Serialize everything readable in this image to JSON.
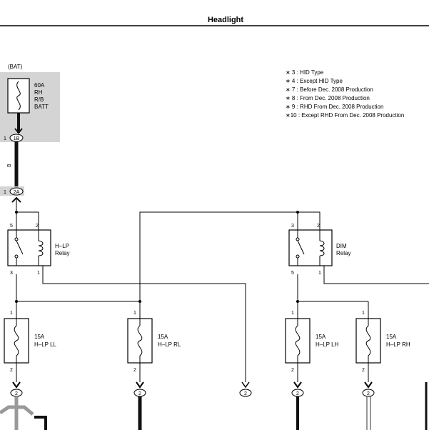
{
  "title": "Headlight",
  "battery": {
    "label": "(BAT)",
    "fuse_amp": "60A",
    "fuse_name_lines": [
      "RH",
      "R/B",
      "BATT"
    ],
    "connector_top": "1B",
    "connector_top_pin": "1",
    "connector_bottom": "2A",
    "connector_bottom_pin": "1",
    "wire_color": "B"
  },
  "legend": [
    "∗ 3 : HID Type",
    "∗ 4 : Except HID Type",
    "∗ 7 : Before Dec.  2008 Production",
    "∗ 8 : From Dec.  2008 Production",
    "∗ 9 : RHD From Dec.  2008 Production",
    "∗10 : Except RHD From Dec.  2008 Production"
  ],
  "relays": [
    {
      "id": "hlp",
      "name_lines": [
        "H–LP",
        "Relay"
      ],
      "pins": {
        "tl": "5",
        "tr": "2",
        "bl": "3",
        "br": "1"
      }
    },
    {
      "id": "dim",
      "name_lines": [
        "DIM",
        "Relay"
      ],
      "pins": {
        "tl": "3",
        "tr": "2",
        "bl": "5",
        "br": "1"
      }
    }
  ],
  "fuses": [
    {
      "id": "ll",
      "amp": "15A",
      "name": "H–LP LL",
      "pin_top": "1",
      "pin_bottom": "2"
    },
    {
      "id": "rl",
      "amp": "15A",
      "name": "H–LP RL",
      "pin_top": "1",
      "pin_bottom": "2"
    },
    {
      "id": "lh",
      "amp": "15A",
      "name": "H–LP LH",
      "pin_top": "1",
      "pin_bottom": "2"
    },
    {
      "id": "rh",
      "amp": "15A",
      "name": "H–LP RH",
      "pin_top": "1",
      "pin_bottom": "2"
    }
  ],
  "bottom_connectors": [
    "2",
    "2",
    "2",
    "2",
    "2"
  ],
  "colors": {
    "battery_box": "#d4d4d4",
    "wire_black": "#111111",
    "wire_gray": "#999999",
    "line": "#000000"
  }
}
